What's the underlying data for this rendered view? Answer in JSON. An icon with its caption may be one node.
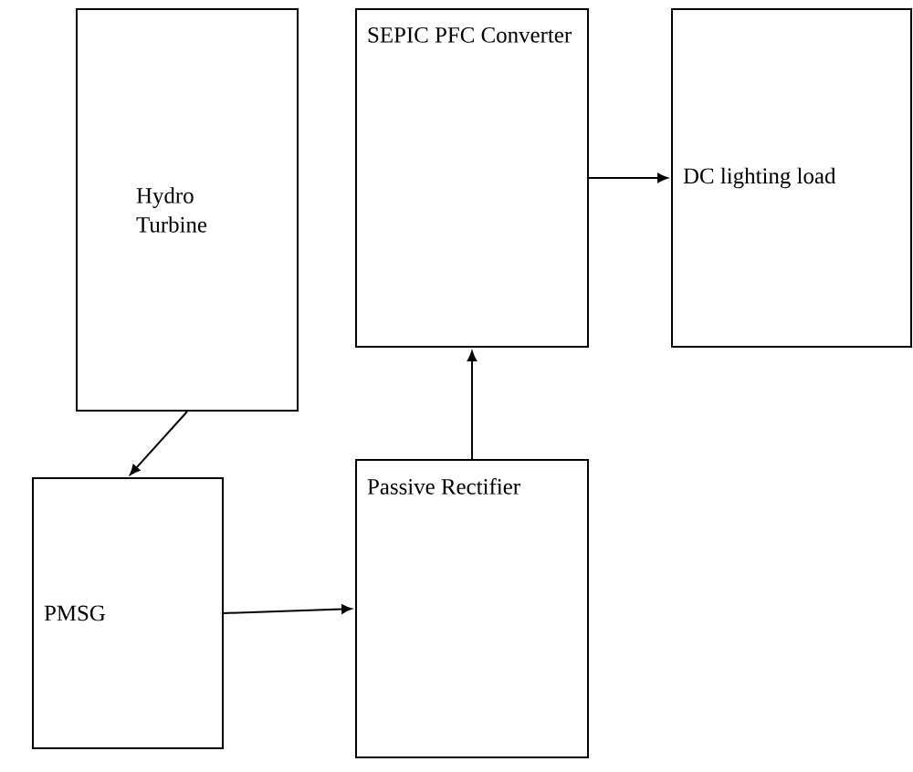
{
  "diagram": {
    "nodes": [
      {
        "text": [
          "Hydro Turbine"
        ]
      },
      {
        "text": [
          "PMSG"
        ]
      },
      {
        "text": [
          "Passive Rectifier"
        ]
      },
      {
        "text": [
          "SEPIC PFC Converter"
        ]
      },
      {
        "text": [
          "DC lighting load"
        ]
      }
    ],
    "edges": [
      {
        "from": 0,
        "to": 1,
        "arrow": "to"
      },
      {
        "from": 1,
        "to": 2,
        "arrow": "to"
      },
      {
        "from": 2,
        "to": 3,
        "arrow": "to"
      },
      {
        "from": 3,
        "to": 4,
        "arrow": "to"
      }
    ]
  }
}
